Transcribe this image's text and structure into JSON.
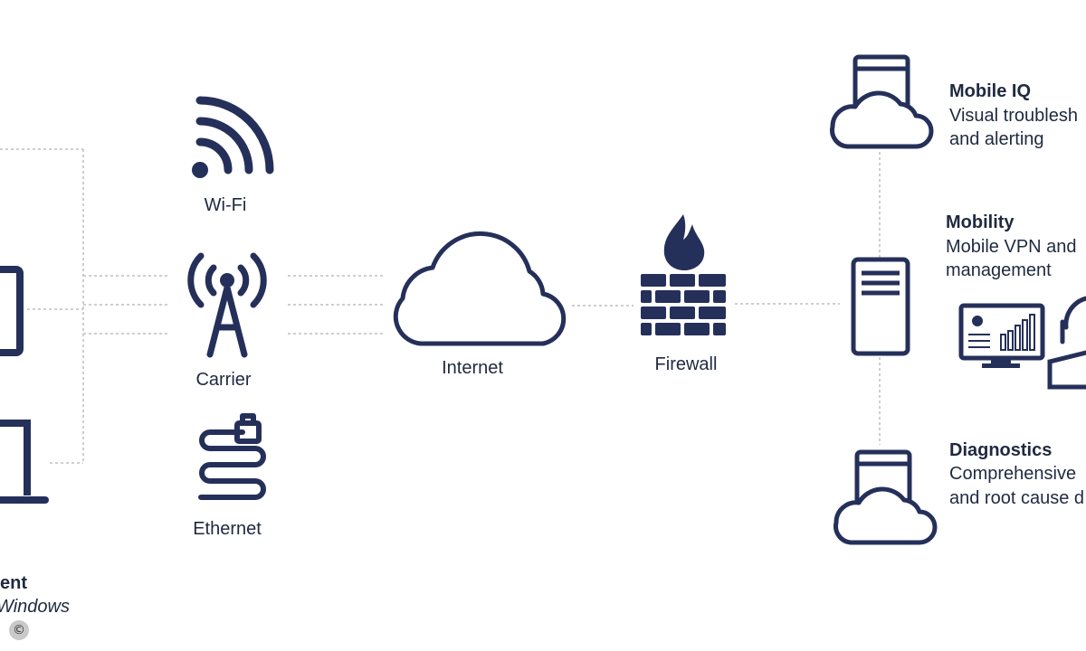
{
  "client": {
    "title": "ent",
    "subtitle": "Windows"
  },
  "connections": {
    "wifi": "Wi-Fi",
    "carrier": "Carrier",
    "ethernet": "Ethernet"
  },
  "internet": "Internet",
  "firewall": "Firewall",
  "services": {
    "mobile_iq": {
      "title": "Mobile IQ",
      "line1": "Visual troublesh",
      "line2": "and alerting"
    },
    "mobility": {
      "title": "Mobility",
      "line1": "Mobile VPN and",
      "line2": "management"
    },
    "diagnostics": {
      "title": "Diagnostics",
      "line1": "Comprehensive",
      "line2": "and root cause d"
    }
  },
  "copyright": "©",
  "colors": {
    "primary": "#25305a",
    "connector": "#bdbdbd"
  }
}
